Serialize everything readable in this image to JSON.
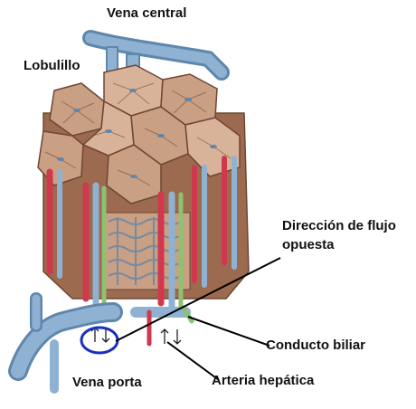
{
  "labels": {
    "central_vein": "Vena central",
    "lobule": "Lobulillo",
    "flow_direction_line1": "Dirección de flujo",
    "flow_direction_line2": "opuesta",
    "bile_duct": "Conducto biliar",
    "hepatic_artery": "Arteria hepática",
    "portal_vein": "Vena porta"
  },
  "colors": {
    "lobule_face": "#c9a083",
    "lobule_face_light": "#d8b399",
    "lobule_side": "#9c6a4f",
    "vein_blue": "#8fb2d3",
    "vein_blue_dark": "#5f86ad",
    "artery_red": "#d0394d",
    "bile_green": "#8cc270",
    "highlight_circle": "#1a2fbf"
  }
}
